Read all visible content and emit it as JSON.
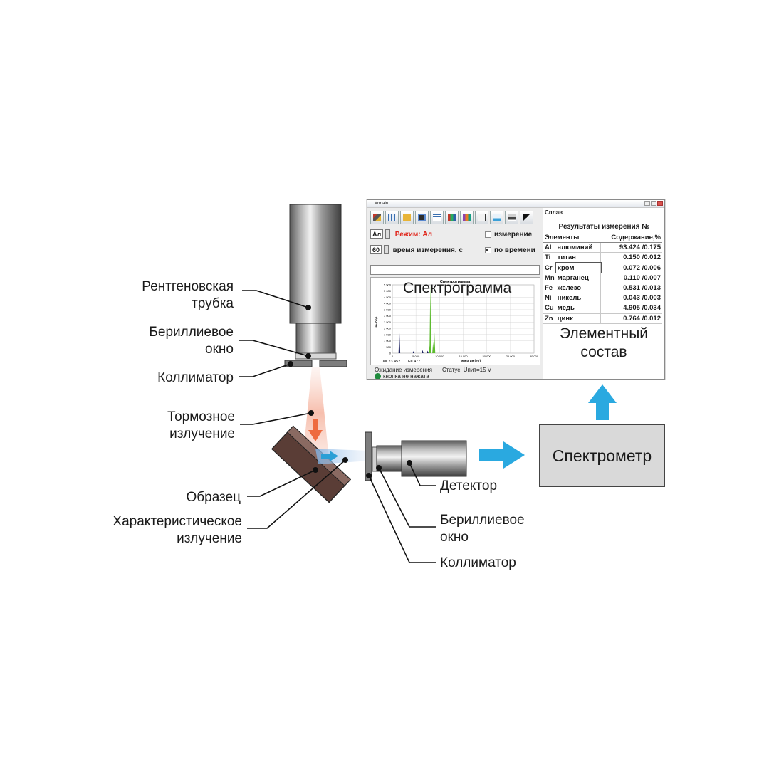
{
  "labels": {
    "xray_tube": [
      "Рентгеновская",
      "трубка"
    ],
    "be_window_top": [
      "Бериллиевое",
      "окно"
    ],
    "collimator_top": "Коллиматор",
    "bremsstrahlung": [
      "Тормозное",
      "излучение"
    ],
    "sample": "Образец",
    "characteristic": [
      "Характеристическое",
      "излучение"
    ],
    "detector": "Детектор",
    "be_window_det": [
      "Бериллиевое",
      "окно"
    ],
    "collimator_det": "Коллиматор",
    "spectrometer": "Спектрометр",
    "spectrogram_overlay": "Спектрограмма",
    "element_overlay": [
      "Элементный",
      "состав"
    ]
  },
  "app": {
    "title": "Xrmain",
    "mode_select": "Ал",
    "mode_label": "Режим: Ал",
    "measure_option": "измерение",
    "time_value": "60",
    "time_label": "время измерения, с",
    "by_time_option": "по времени",
    "spectrogram_title": "Спектрограмма",
    "y_axis_label": "выбор",
    "x_axis_label": "Энергия (eV)",
    "cursor_x": "X= 23 452",
    "cursor_f": "F= 477",
    "status_wait": "Ожидание измерения",
    "status_voltage": "Статус: Uпит=15 V",
    "status_button": "кнопка не нажата",
    "alloy_label": "Сплав",
    "results_title": "Результаты измерения №",
    "table_headers": [
      "Элементы",
      "Содержание,%"
    ],
    "results": [
      {
        "sym": "Al",
        "name": "алюминий",
        "value": "93.424 /0.175"
      },
      {
        "sym": "Ti",
        "name": "титан",
        "value": "0.150 /0.012"
      },
      {
        "sym": "Cr",
        "name": "хром",
        "value": "0.072 /0.006"
      },
      {
        "sym": "Mn",
        "name": "марганец",
        "value": "0.110 /0.007"
      },
      {
        "sym": "Fe",
        "name": "железо",
        "value": "0.531 /0.013"
      },
      {
        "sym": "Ni",
        "name": "никель",
        "value": "0.043 /0.003"
      },
      {
        "sym": "Cu",
        "name": "медь",
        "value": "4.905 /0.034"
      },
      {
        "sym": "Zn",
        "name": "цинк",
        "value": "0.764 /0.012"
      }
    ],
    "toolbar_icons": [
      "tools-icon",
      "calculator-icon",
      "open-folder-icon",
      "save-icon",
      "table-icon",
      "books-icon",
      "library-icon",
      "notepad-icon",
      "chart-icon",
      "printer-icon",
      "help-cursor-icon"
    ]
  },
  "chart_data": {
    "type": "line",
    "title": "Спектрограмма",
    "xlabel": "Энергия (eV)",
    "ylabel": "выбор",
    "x_ticks": [
      "0",
      "5 000",
      "10 000",
      "15 000",
      "20 000",
      "25 000",
      "30 000"
    ],
    "y_ticks": [
      "0",
      "500",
      "1 000",
      "1 500",
      "2 000",
      "2 500",
      "3 000",
      "3 500",
      "4 000",
      "4 500",
      "5 000",
      "5 500"
    ],
    "xlim": [
      0,
      30000
    ],
    "ylim": [
      0,
      5500
    ],
    "grid": true,
    "series": [
      {
        "color": "#1a1f5e",
        "peaks": [
          [
            1490,
            1800
          ],
          [
            4510,
            180
          ],
          [
            6400,
            250
          ],
          [
            7480,
            200
          ]
        ]
      },
      {
        "color": "#5dbb2f",
        "peaks": [
          [
            8050,
            5500
          ],
          [
            8900,
            1700
          ],
          [
            8640,
            900
          ],
          [
            7850,
            600
          ]
        ]
      }
    ]
  }
}
